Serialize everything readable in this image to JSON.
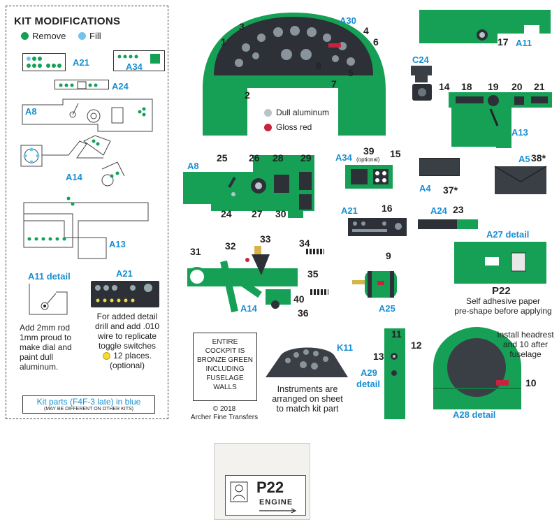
{
  "kit_modifications": {
    "title": "KIT MODIFICATIONS",
    "remove_label": "Remove",
    "fill_label": "Fill",
    "remove_color": "#15a056",
    "fill_color": "#6fc6ea",
    "parts": {
      "a21_top": "A21",
      "a34": "A34",
      "a24": "A24",
      "a8": "A8",
      "a14": "A14",
      "a13": "A13"
    },
    "a11_detail_title": "A11 detail",
    "a11_detail_text": [
      "Add 2mm rod",
      "1mm proud to",
      "make dial and",
      "paint dull",
      "aluminum."
    ],
    "a21_detail_title": "A21",
    "a21_detail_text": [
      "For added detail",
      "drill and add .010",
      "wire to replicate",
      "toggle switches",
      "12 places.",
      "(optional)"
    ],
    "kit_parts_note": "Kit parts (F4F-3 late) in blue",
    "kit_parts_subnote": "(MAY BE DIFFERENT ON OTHER KITS)"
  },
  "instrument_panel": {
    "label": "A30",
    "callouts": [
      "1",
      "2",
      "3",
      "4",
      "5",
      "6",
      "7",
      "8"
    ],
    "legend": [
      {
        "label": "Dull aluminum",
        "color": "#b8c4cc"
      },
      {
        "label": "Gloss red",
        "color": "#c8233c"
      }
    ]
  },
  "parts": {
    "a11": {
      "label": "A11",
      "callout": "17"
    },
    "c24": {
      "label": "C24",
      "callout": "14"
    },
    "a13": {
      "label": "A13",
      "callouts": [
        "18",
        "19",
        "20",
        "21"
      ]
    },
    "a8": {
      "label": "A8",
      "callouts": [
        "25",
        "26",
        "28",
        "29",
        "24",
        "27",
        "30"
      ]
    },
    "a34": {
      "label": "A34",
      "callout_39": "39",
      "optional": "(optional)",
      "callout_15": "15"
    },
    "a4": {
      "label": "A4",
      "callout": "37*"
    },
    "a5": {
      "label": "A5",
      "callout": "38*"
    },
    "a21": {
      "label": "A21",
      "callout": "16"
    },
    "a24": {
      "label": "A24",
      "callout": "23"
    },
    "a27": {
      "label": "A27 detail"
    },
    "p22": {
      "label": "P22",
      "note": [
        "Self adhesive paper",
        "pre-shape before applying"
      ]
    },
    "a14": {
      "label": "A14",
      "callouts": [
        "31",
        "32",
        "33",
        "34",
        "35",
        "40",
        "36"
      ]
    },
    "a25": {
      "label": "A25",
      "callout": "9"
    },
    "a29": {
      "label": "A29",
      "detail": "detail",
      "callouts": [
        "11",
        "12",
        "13"
      ]
    },
    "a28": {
      "label": "A28 detail",
      "callout": "10",
      "note": [
        "Install headrest",
        "and 10 after",
        "fuselage"
      ]
    },
    "k11": {
      "label": "K11",
      "note": [
        "Instruments are",
        "arranged on sheet",
        "to match kit part"
      ]
    }
  },
  "cockpit_note": [
    "ENTIRE",
    "COCKPIT IS",
    "BRONZE GREEN",
    "INCLUDING",
    "FUSELAGE",
    "WALLS"
  ],
  "copyright": [
    "© 2018",
    "Archer Fine Transfers"
  ],
  "sample": {
    "title": "P22",
    "sub": "ENGINE"
  }
}
